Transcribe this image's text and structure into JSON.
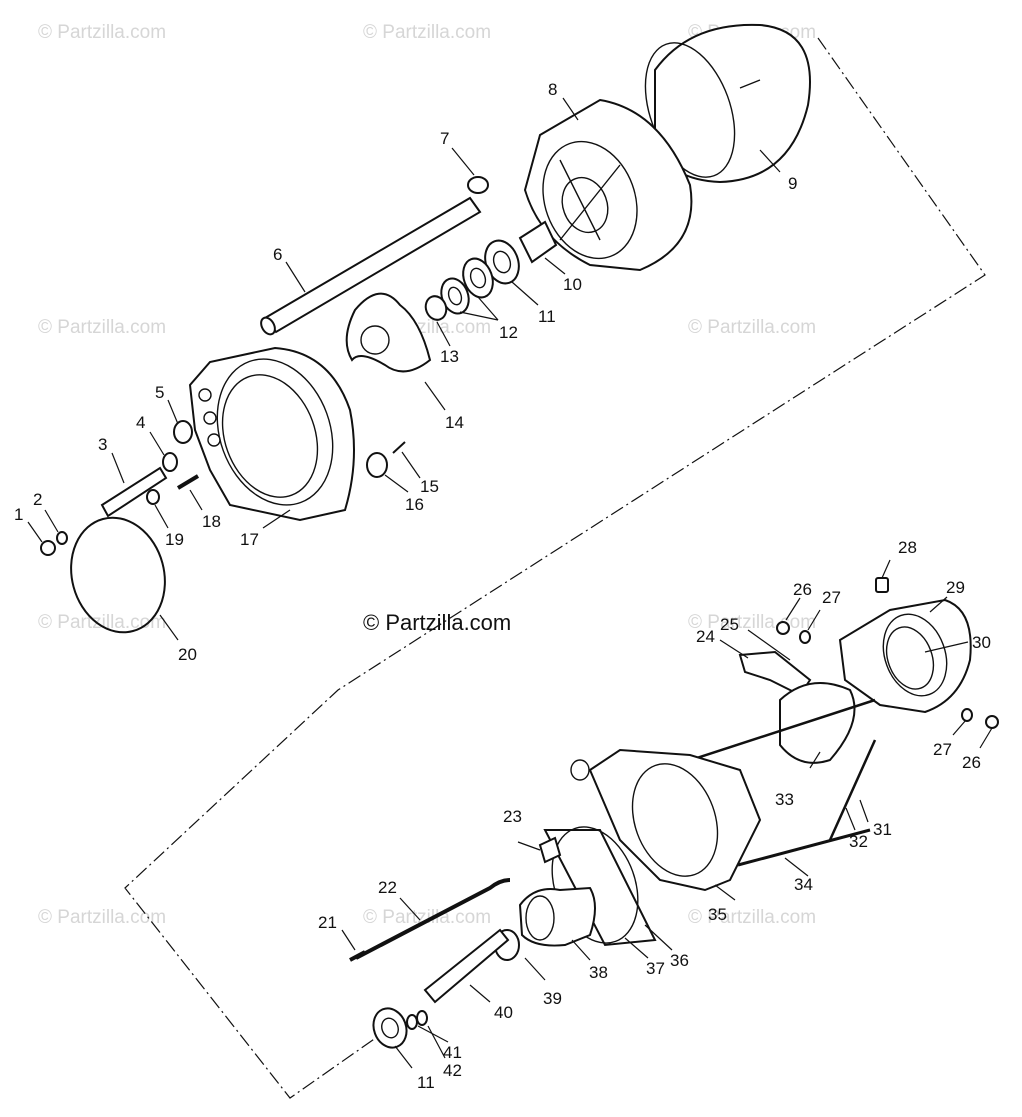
{
  "watermark": {
    "text": "© Partzilla.com",
    "center_text": "© Partzilla.com"
  },
  "callouts": {
    "c1": "1",
    "c2": "2",
    "c3": "3",
    "c4": "4",
    "c5": "5",
    "c6": "6",
    "c7": "7",
    "c8": "8",
    "c9": "9",
    "c10": "10",
    "c11a": "11",
    "c12": "12",
    "c13": "13",
    "c14": "14",
    "c15": "15",
    "c16": "16",
    "c17": "17",
    "c18": "18",
    "c19": "19",
    "c20": "20",
    "c21": "21",
    "c22": "22",
    "c23": "23",
    "c24": "24",
    "c25": "25",
    "c26a": "26",
    "c27a": "27",
    "c28": "28",
    "c29": "29",
    "c30": "30",
    "c27b": "27",
    "c26b": "26",
    "c31": "31",
    "c32": "32",
    "c33": "33",
    "c34": "34",
    "c35": "35",
    "c36": "36",
    "c37": "37",
    "c38": "38",
    "c39": "39",
    "c40": "40",
    "c41": "41",
    "c42": "42",
    "c11b": "11"
  }
}
